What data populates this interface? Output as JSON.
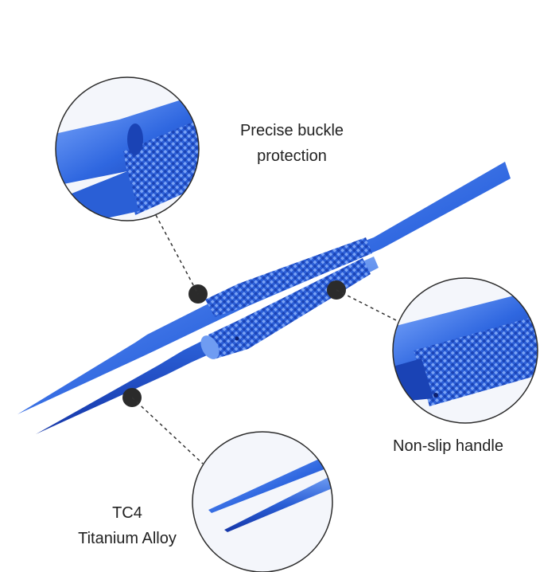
{
  "callouts": {
    "buckle": {
      "line1": "Precise buckle",
      "line2": "protection"
    },
    "handle": {
      "line1": "Non-slip handle"
    },
    "alloy": {
      "line1": "TC4",
      "line2": "Titanium Alloy"
    }
  },
  "colors": {
    "metal_blue": "#2a5fd6",
    "metal_dark": "#1536a8",
    "metal_light": "#6f9cf2",
    "text": "#222222",
    "marker": "#2b2b2b"
  }
}
